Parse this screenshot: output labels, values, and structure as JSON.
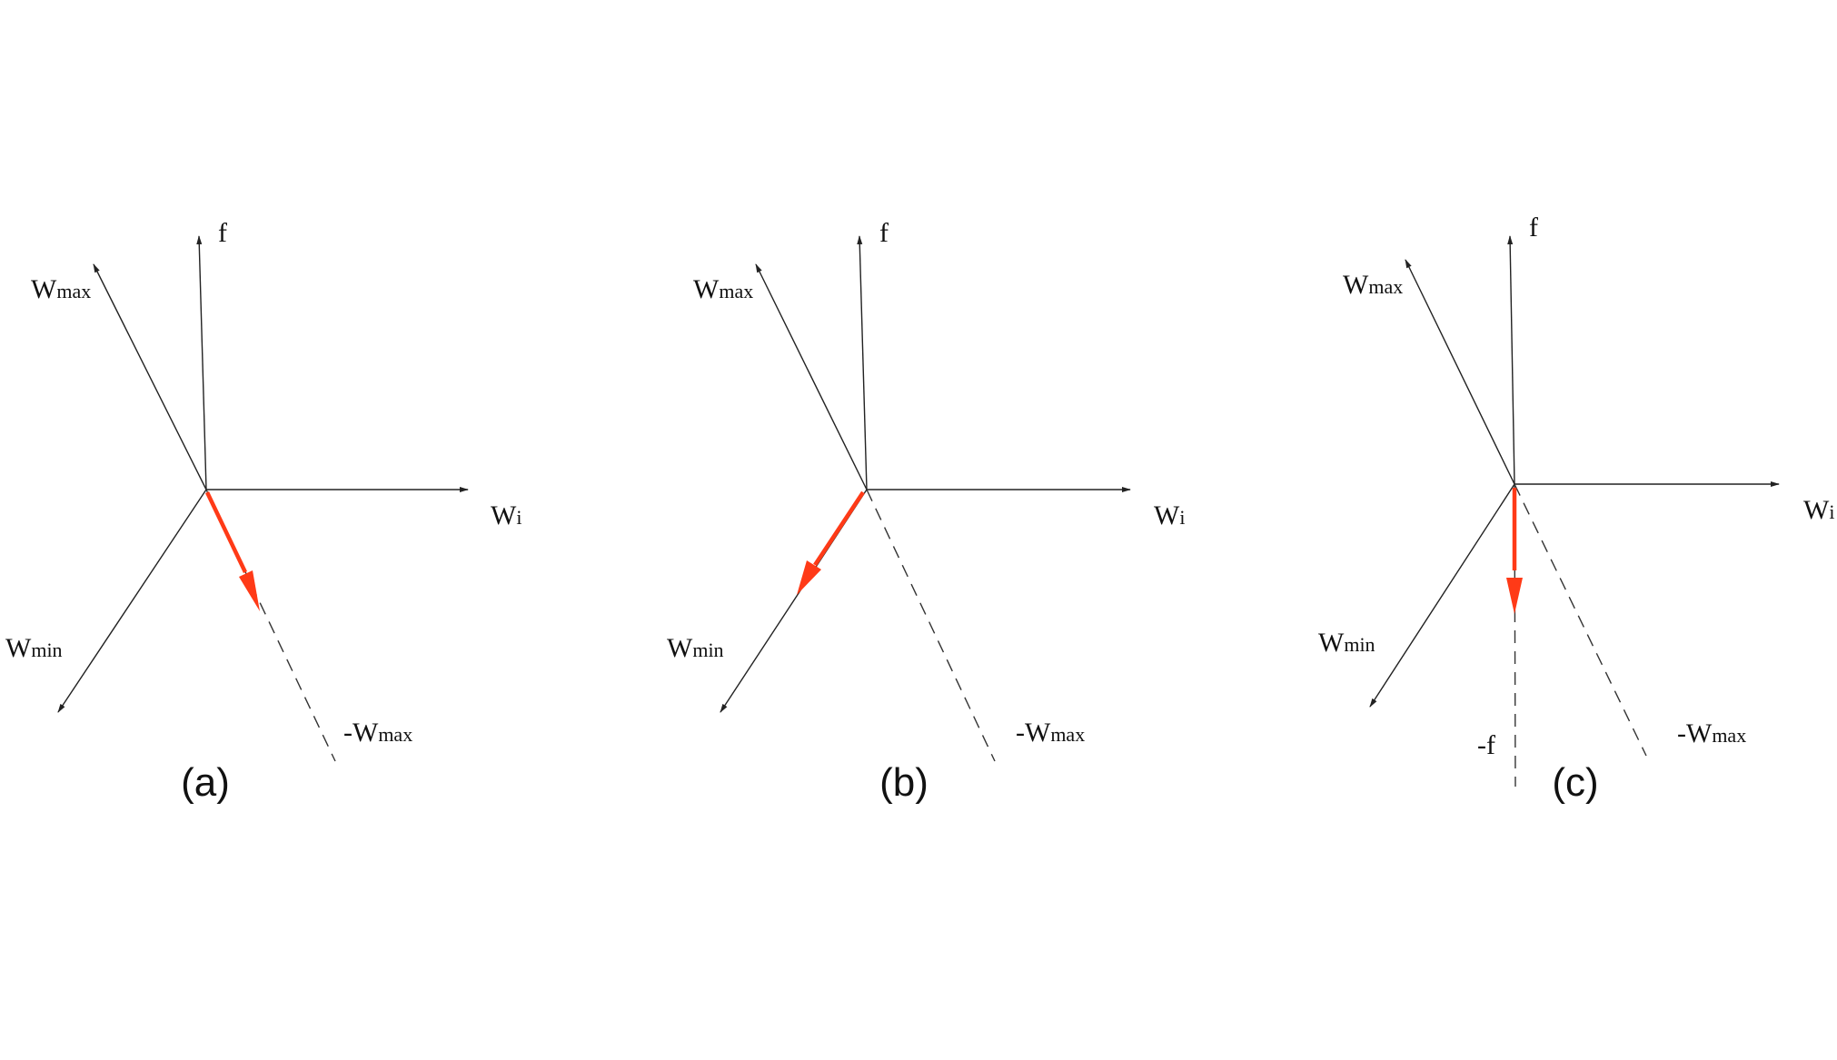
{
  "colors": {
    "axis": "#222222",
    "dashed": "#333333",
    "highlight": "#ff3a17",
    "text": "#111111"
  },
  "panels": [
    {
      "caption": "(a)",
      "labels": {
        "f": {
          "main": "f",
          "sub": ""
        },
        "wmax": {
          "main": "W",
          "sub": "max"
        },
        "wi": {
          "main": "W",
          "sub": "i"
        },
        "wmin": {
          "main": "W",
          "sub": "min"
        },
        "negwmax": {
          "main": "-W",
          "sub": "max"
        }
      },
      "highlighted_vector": "-Wmax"
    },
    {
      "caption": "(b)",
      "labels": {
        "f": {
          "main": "f",
          "sub": ""
        },
        "wmax": {
          "main": "W",
          "sub": "max"
        },
        "wi": {
          "main": "W",
          "sub": "i"
        },
        "wmin": {
          "main": "W",
          "sub": "min"
        },
        "negwmax": {
          "main": "-W",
          "sub": "max"
        }
      },
      "highlighted_vector": "Wmin"
    },
    {
      "caption": "(c)",
      "labels": {
        "f": {
          "main": "f",
          "sub": ""
        },
        "wmax": {
          "main": "W",
          "sub": "max"
        },
        "wi": {
          "main": "W",
          "sub": "i"
        },
        "wmin": {
          "main": "W",
          "sub": "min"
        },
        "negwmax": {
          "main": "-W",
          "sub": "max"
        },
        "negf": {
          "main": "-f",
          "sub": ""
        }
      },
      "highlighted_vector": "-f"
    }
  ]
}
